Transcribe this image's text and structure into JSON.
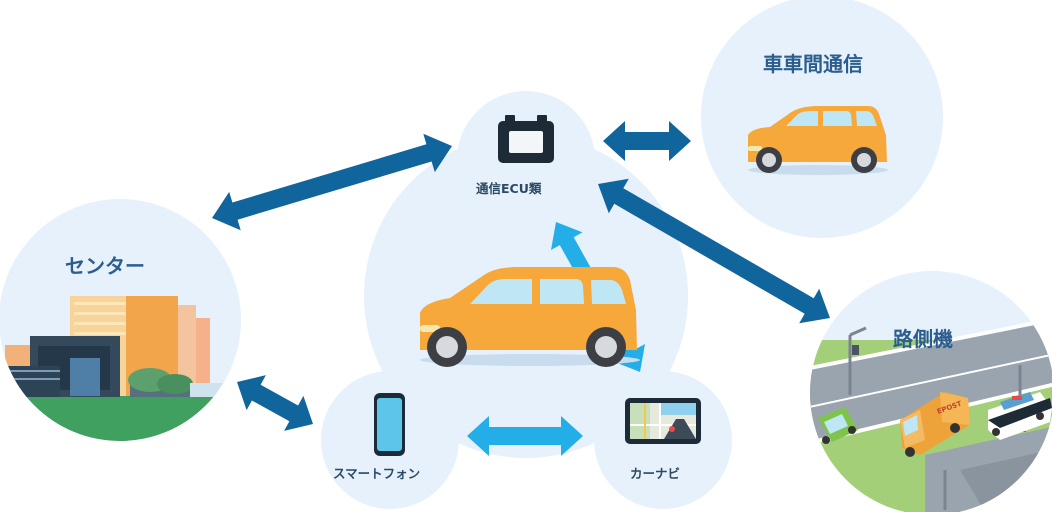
{
  "nodes": {
    "center": {
      "label": "センター"
    },
    "v2v": {
      "label": "車車間通信"
    },
    "roadside": {
      "label": "路側機"
    },
    "ecu": {
      "label": "通信ECU類"
    },
    "smartphone": {
      "label": "スマートフォン"
    },
    "carnavi": {
      "label": "カーナビ"
    }
  },
  "truck_sign": "EPOST",
  "colors": {
    "bubble": "#e6f1fb",
    "arrow_dark": "#11659d",
    "arrow_light": "#23aee8",
    "car": "#f6a83a",
    "label_large": "#2b5e8e",
    "label_small": "#2b4a66"
  }
}
